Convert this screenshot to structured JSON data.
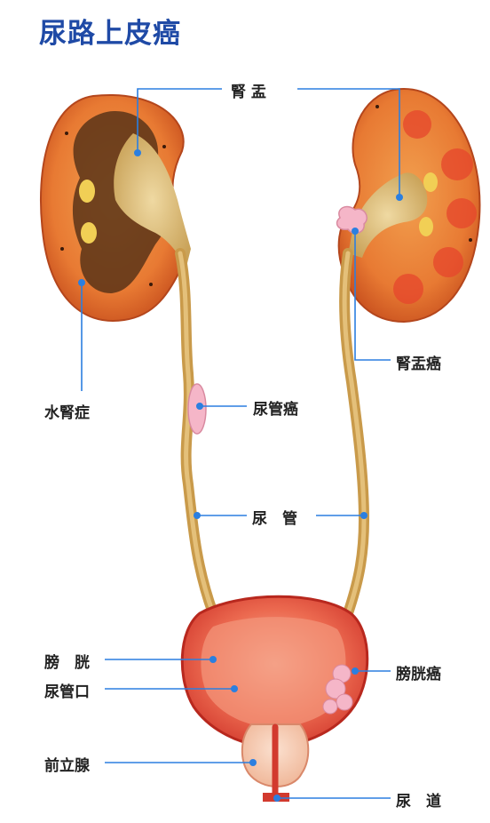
{
  "title": "尿路上皮癌",
  "labels": {
    "renal_pelvis": "腎 盂",
    "hydronephrosis": "水腎症",
    "renal_pelvis_cancer": "腎盂癌",
    "ureter_cancer": "尿管癌",
    "ureter": "尿　管",
    "bladder": "膀　胱",
    "ureteral_orifice": "尿管口",
    "bladder_cancer": "膀胱癌",
    "prostate": "前立腺",
    "urethra": "尿　道"
  },
  "colors": {
    "title": "#1f4aa6",
    "leader_line": "#2b7fe0",
    "kidney": "#e8823a",
    "bladder": "#e44a3a",
    "tumor": "#f5b6c8"
  }
}
